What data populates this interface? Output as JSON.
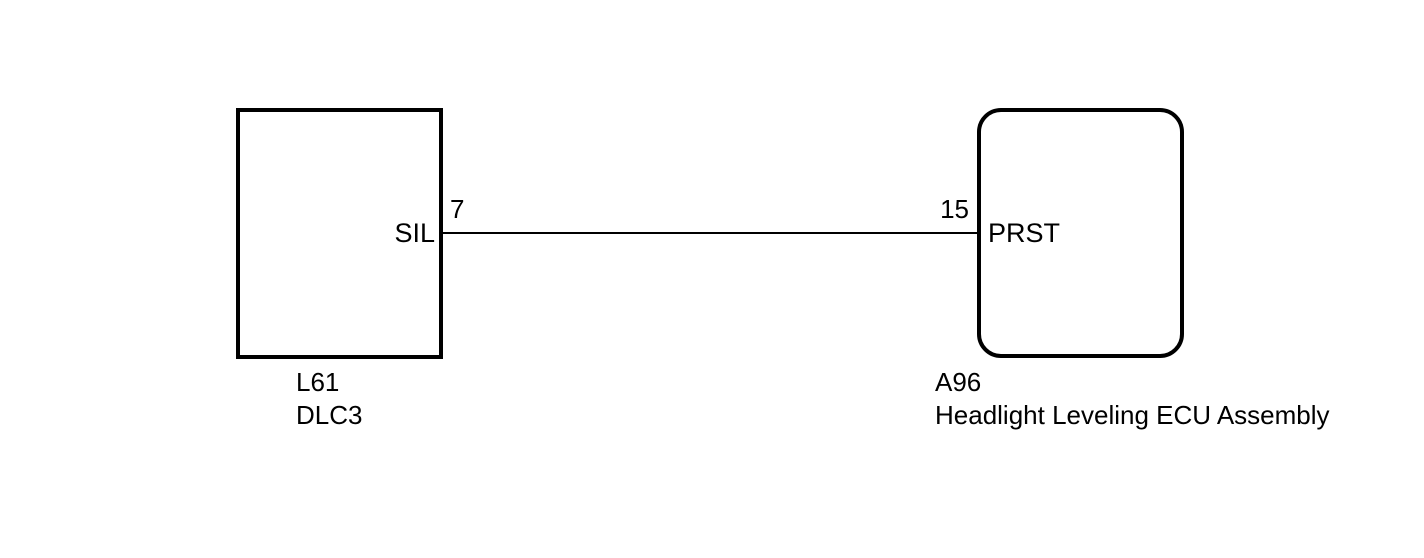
{
  "diagram": {
    "type": "automotive-wiring-diagram",
    "background_color": "#ffffff",
    "line_color": "#000000",
    "components": [
      {
        "id": "L61",
        "code": "L61",
        "name": "DLC3",
        "shape": "rectangle",
        "terminal": {
          "name": "SIL",
          "pin": "7"
        }
      },
      {
        "id": "A96",
        "code": "A96",
        "name": "Headlight Leveling ECU Assembly",
        "shape": "rounded-rectangle",
        "terminal": {
          "name": "PRST",
          "pin": "15"
        }
      }
    ],
    "connection": {
      "from": "L61 pin 7 (SIL)",
      "to": "A96 pin 15 (PRST)"
    }
  }
}
